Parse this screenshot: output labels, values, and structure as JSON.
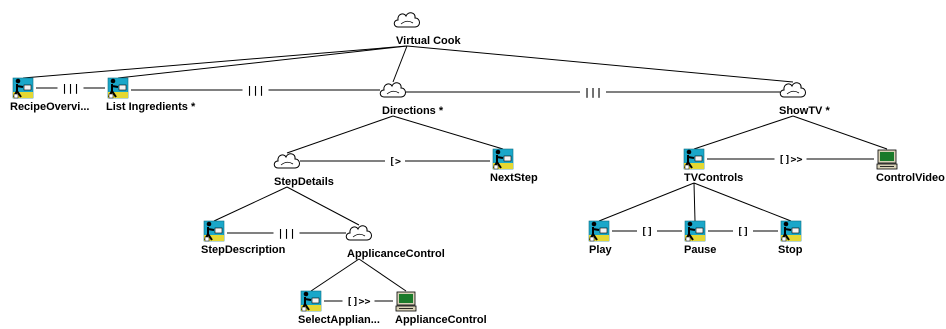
{
  "diagram": {
    "nodes": [
      {
        "id": "virtual_cook",
        "label": "Virtual Cook",
        "suffix": "",
        "kind": "abstract"
      },
      {
        "id": "recipe_overview",
        "label": "RecipeOvervi...",
        "suffix": "",
        "kind": "user"
      },
      {
        "id": "list_ingredients",
        "label": "List Ingredients",
        "suffix": " *",
        "kind": "user"
      },
      {
        "id": "directions",
        "label": "Directions",
        "suffix": " *",
        "kind": "abstract"
      },
      {
        "id": "show_tv",
        "label": "ShowTV",
        "suffix": " *",
        "kind": "abstract"
      },
      {
        "id": "step_details",
        "label": "StepDetails",
        "suffix": "",
        "kind": "abstract"
      },
      {
        "id": "next_step",
        "label": "NextStep",
        "suffix": "",
        "kind": "user"
      },
      {
        "id": "tv_controls",
        "label": "TVControls",
        "suffix": "",
        "kind": "user"
      },
      {
        "id": "control_video",
        "label": "ControlVideo",
        "suffix": "",
        "kind": "system"
      },
      {
        "id": "step_description",
        "label": "StepDescription",
        "suffix": "",
        "kind": "user"
      },
      {
        "id": "appliance_control_task",
        "label": "ApplicanceControl",
        "suffix": "",
        "kind": "abstract"
      },
      {
        "id": "play",
        "label": "Play",
        "suffix": "",
        "kind": "user"
      },
      {
        "id": "pause",
        "label": "Pause",
        "suffix": "",
        "kind": "user"
      },
      {
        "id": "stop",
        "label": "Stop",
        "suffix": "",
        "kind": "user"
      },
      {
        "id": "select_appliance",
        "label": "SelectApplian...",
        "suffix": "",
        "kind": "user"
      },
      {
        "id": "appliance_control_sys",
        "label": "ApplianceControl",
        "suffix": "",
        "kind": "system"
      }
    ],
    "edges": [
      {
        "from": "virtual_cook",
        "to": "recipe_overview"
      },
      {
        "from": "virtual_cook",
        "to": "list_ingredients"
      },
      {
        "from": "virtual_cook",
        "to": "directions"
      },
      {
        "from": "virtual_cook",
        "to": "show_tv"
      },
      {
        "from": "directions",
        "to": "step_details"
      },
      {
        "from": "directions",
        "to": "next_step"
      },
      {
        "from": "show_tv",
        "to": "tv_controls"
      },
      {
        "from": "show_tv",
        "to": "control_video"
      },
      {
        "from": "step_details",
        "to": "step_description"
      },
      {
        "from": "step_details",
        "to": "appliance_control_task"
      },
      {
        "from": "appliance_control_task",
        "to": "select_appliance"
      },
      {
        "from": "appliance_control_task",
        "to": "appliance_control_sys"
      },
      {
        "from": "tv_controls",
        "to": "play"
      },
      {
        "from": "tv_controls",
        "to": "pause"
      },
      {
        "from": "tv_controls",
        "to": "stop"
      }
    ],
    "operators": [
      {
        "from": "recipe_overview",
        "to": "list_ingredients",
        "symbol": "|||"
      },
      {
        "from": "list_ingredients",
        "to": "directions",
        "symbol": "|||"
      },
      {
        "from": "directions",
        "to": "show_tv",
        "symbol": "|||"
      },
      {
        "from": "step_details",
        "to": "next_step",
        "symbol": "[>"
      },
      {
        "from": "tv_controls",
        "to": "control_video",
        "symbol": "[]>>"
      },
      {
        "from": "step_description",
        "to": "appliance_control_task",
        "symbol": "|||"
      },
      {
        "from": "play",
        "to": "pause",
        "symbol": "[]"
      },
      {
        "from": "pause",
        "to": "stop",
        "symbol": "[]"
      },
      {
        "from": "select_appliance",
        "to": "appliance_control_sys",
        "symbol": "[]>>"
      }
    ]
  },
  "colors": {
    "line": "#000000",
    "cloud_fill": "#ffffff",
    "user_bg": "#1aa7c9",
    "user_ground": "#e4d832",
    "user_figure": "#000000",
    "monitor_screen": "#1a7a2a",
    "monitor_body": "#d8d2b8"
  },
  "icons": {
    "abstract": "cloud-icon",
    "user": "user-task-icon",
    "system": "computer-icon"
  }
}
